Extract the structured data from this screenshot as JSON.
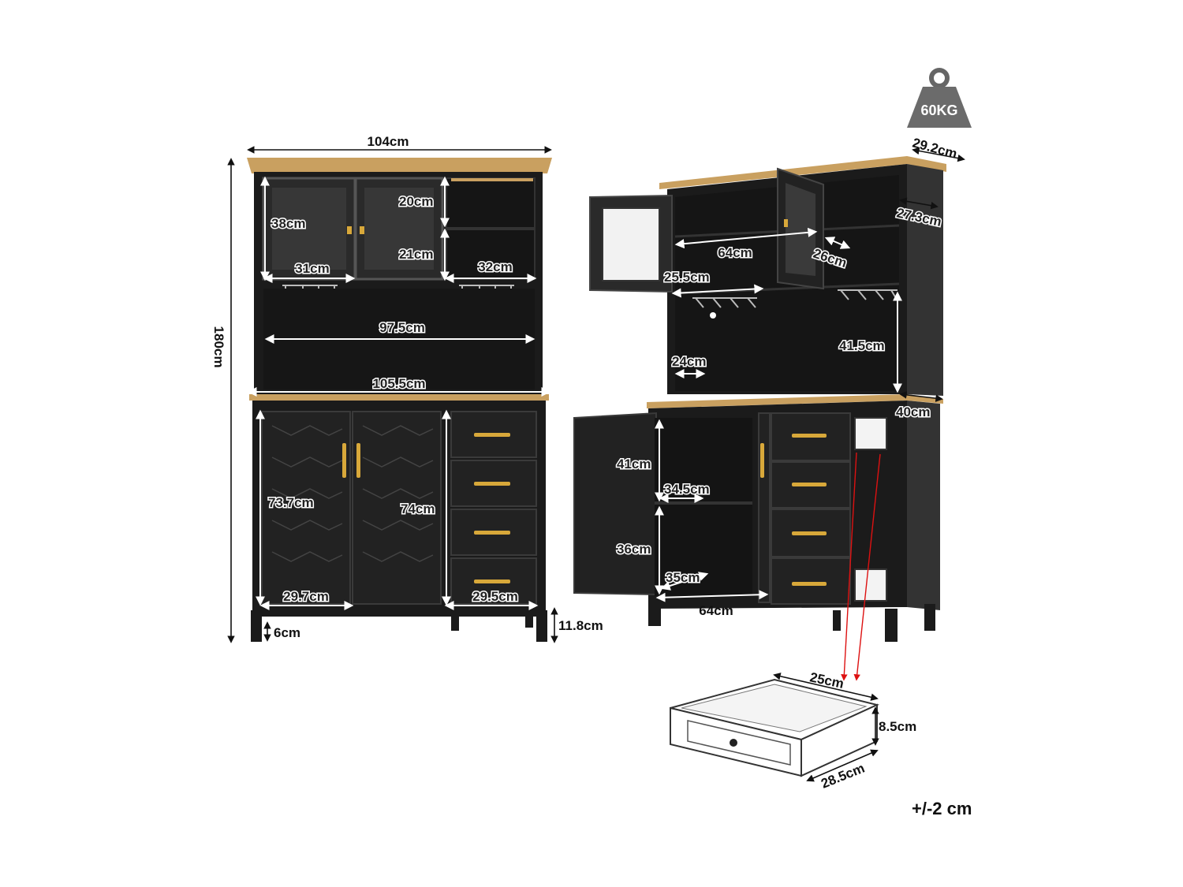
{
  "weight_badge": "60KG",
  "tolerance": "+/-2 cm",
  "front_view": {
    "total_width": "104cm",
    "total_height": "180cm",
    "door_height_upper": "38cm",
    "shelf_gap_top": "20cm",
    "shelf_gap_mid": "21cm",
    "glass_door_width": "31cm",
    "open_section_width": "32cm",
    "hutch_inner_width": "97.5cm",
    "counter_width": "105.5cm",
    "door_height_lower": "73.7cm",
    "drawer_stack_height": "74cm",
    "lower_door_width": "29.7cm",
    "drawer_width": "29.5cm",
    "leg_height": "6cm",
    "base_clearance": "11.8cm"
  },
  "side_view": {
    "top_depth": "29.2cm",
    "hutch_depth": "27.3cm",
    "inner_width": "64cm",
    "inner_depth": "26cm",
    "rack_width": "25.5cm",
    "hutch_open_height": "41.5cm",
    "hutch_open_depth": "24cm",
    "base_depth": "40cm",
    "cabinet_upper_height": "41cm",
    "cabinet_shelf_depth": "34.5cm",
    "cabinet_lower_height": "36cm",
    "cabinet_lower_depth": "35cm",
    "cabinet_width": "64cm"
  },
  "drawer_detail": {
    "width": "25cm",
    "height": "8.5cm",
    "depth": "28.5cm"
  }
}
